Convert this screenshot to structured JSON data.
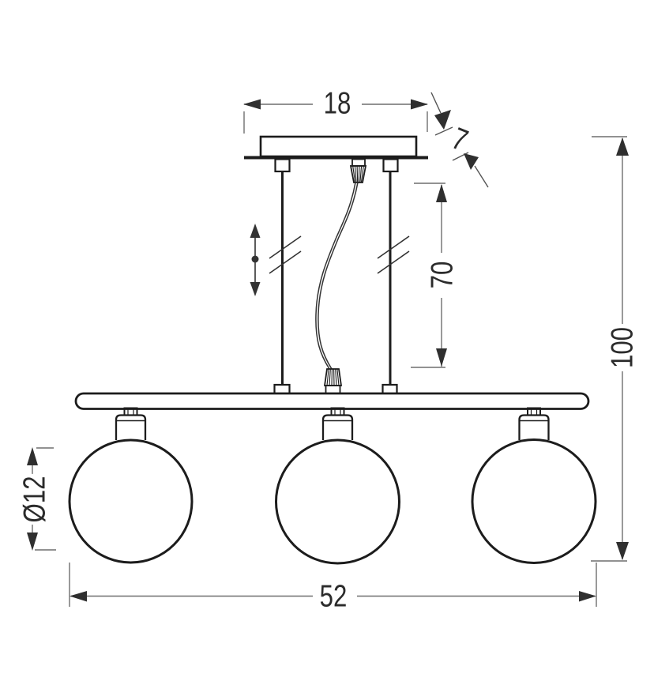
{
  "page": {
    "background": "#ffffff"
  },
  "drawing": {
    "colors": {
      "object_line": "#1c1c1c",
      "dimension_line": "#6e6e6e",
      "arrow": "#2f2f2f",
      "label_text": "#2b2b2b"
    },
    "dimensions": {
      "canopy_width": "18",
      "canopy_depth": "7",
      "suspension_length": "70",
      "total_height": "100",
      "globe_diameter": "Ø12",
      "fixture_width": "52"
    }
  }
}
